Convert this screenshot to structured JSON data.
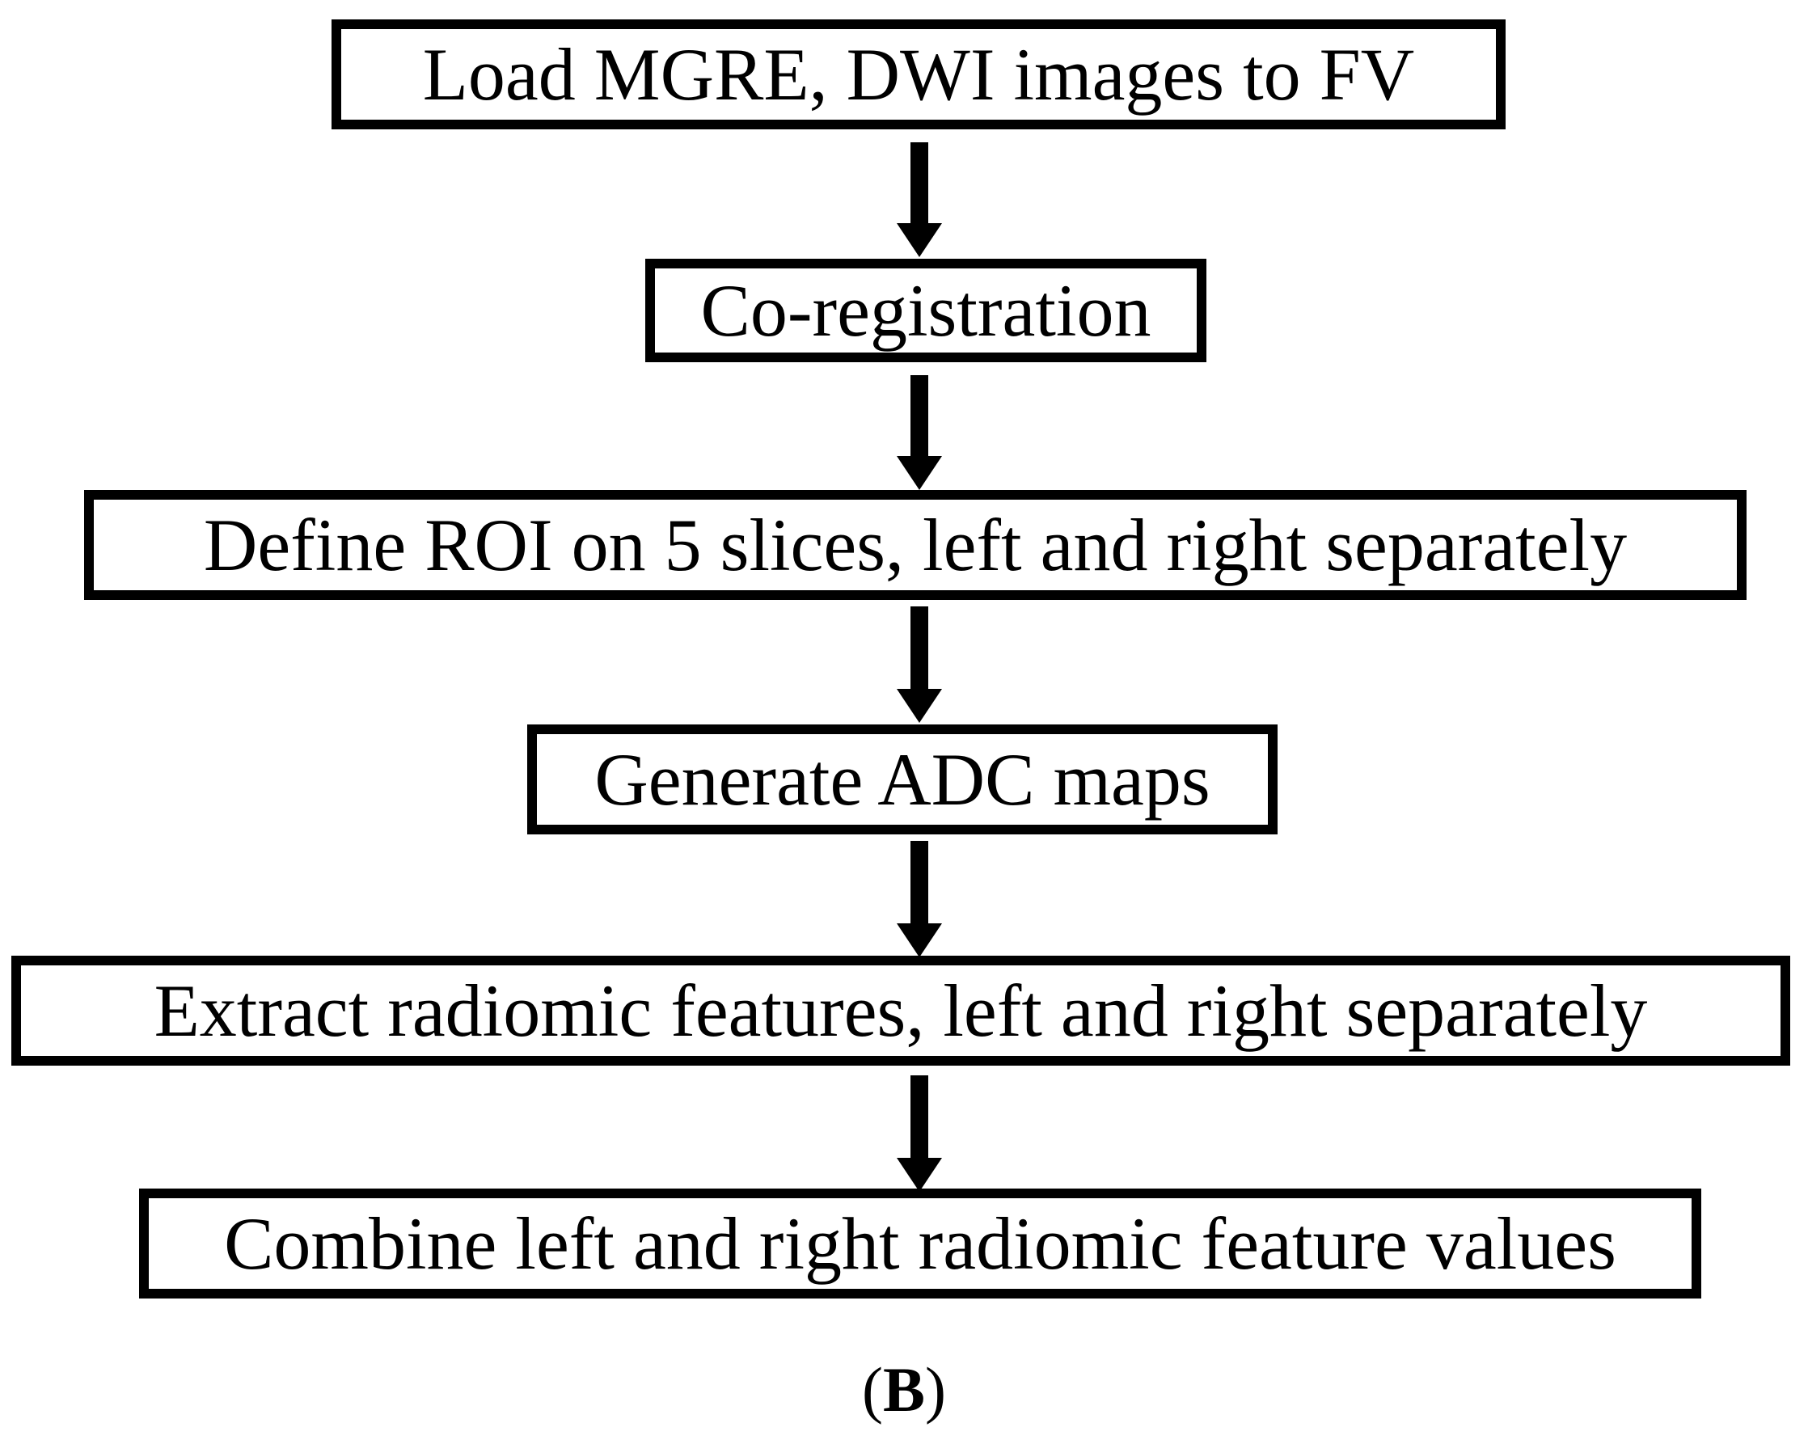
{
  "flowchart": {
    "steps": [
      {
        "label": "Load MGRE, DWI images to FV"
      },
      {
        "label": "Co-registration"
      },
      {
        "label": "Define ROI on 5 slices, left and right separately"
      },
      {
        "label": "Generate ADC maps"
      },
      {
        "label": "Extract radiomic features, left and right separately"
      },
      {
        "label": "Combine left and right radiomic feature values"
      }
    ]
  },
  "caption": {
    "open": "(",
    "letter": "B",
    "close": ")"
  }
}
